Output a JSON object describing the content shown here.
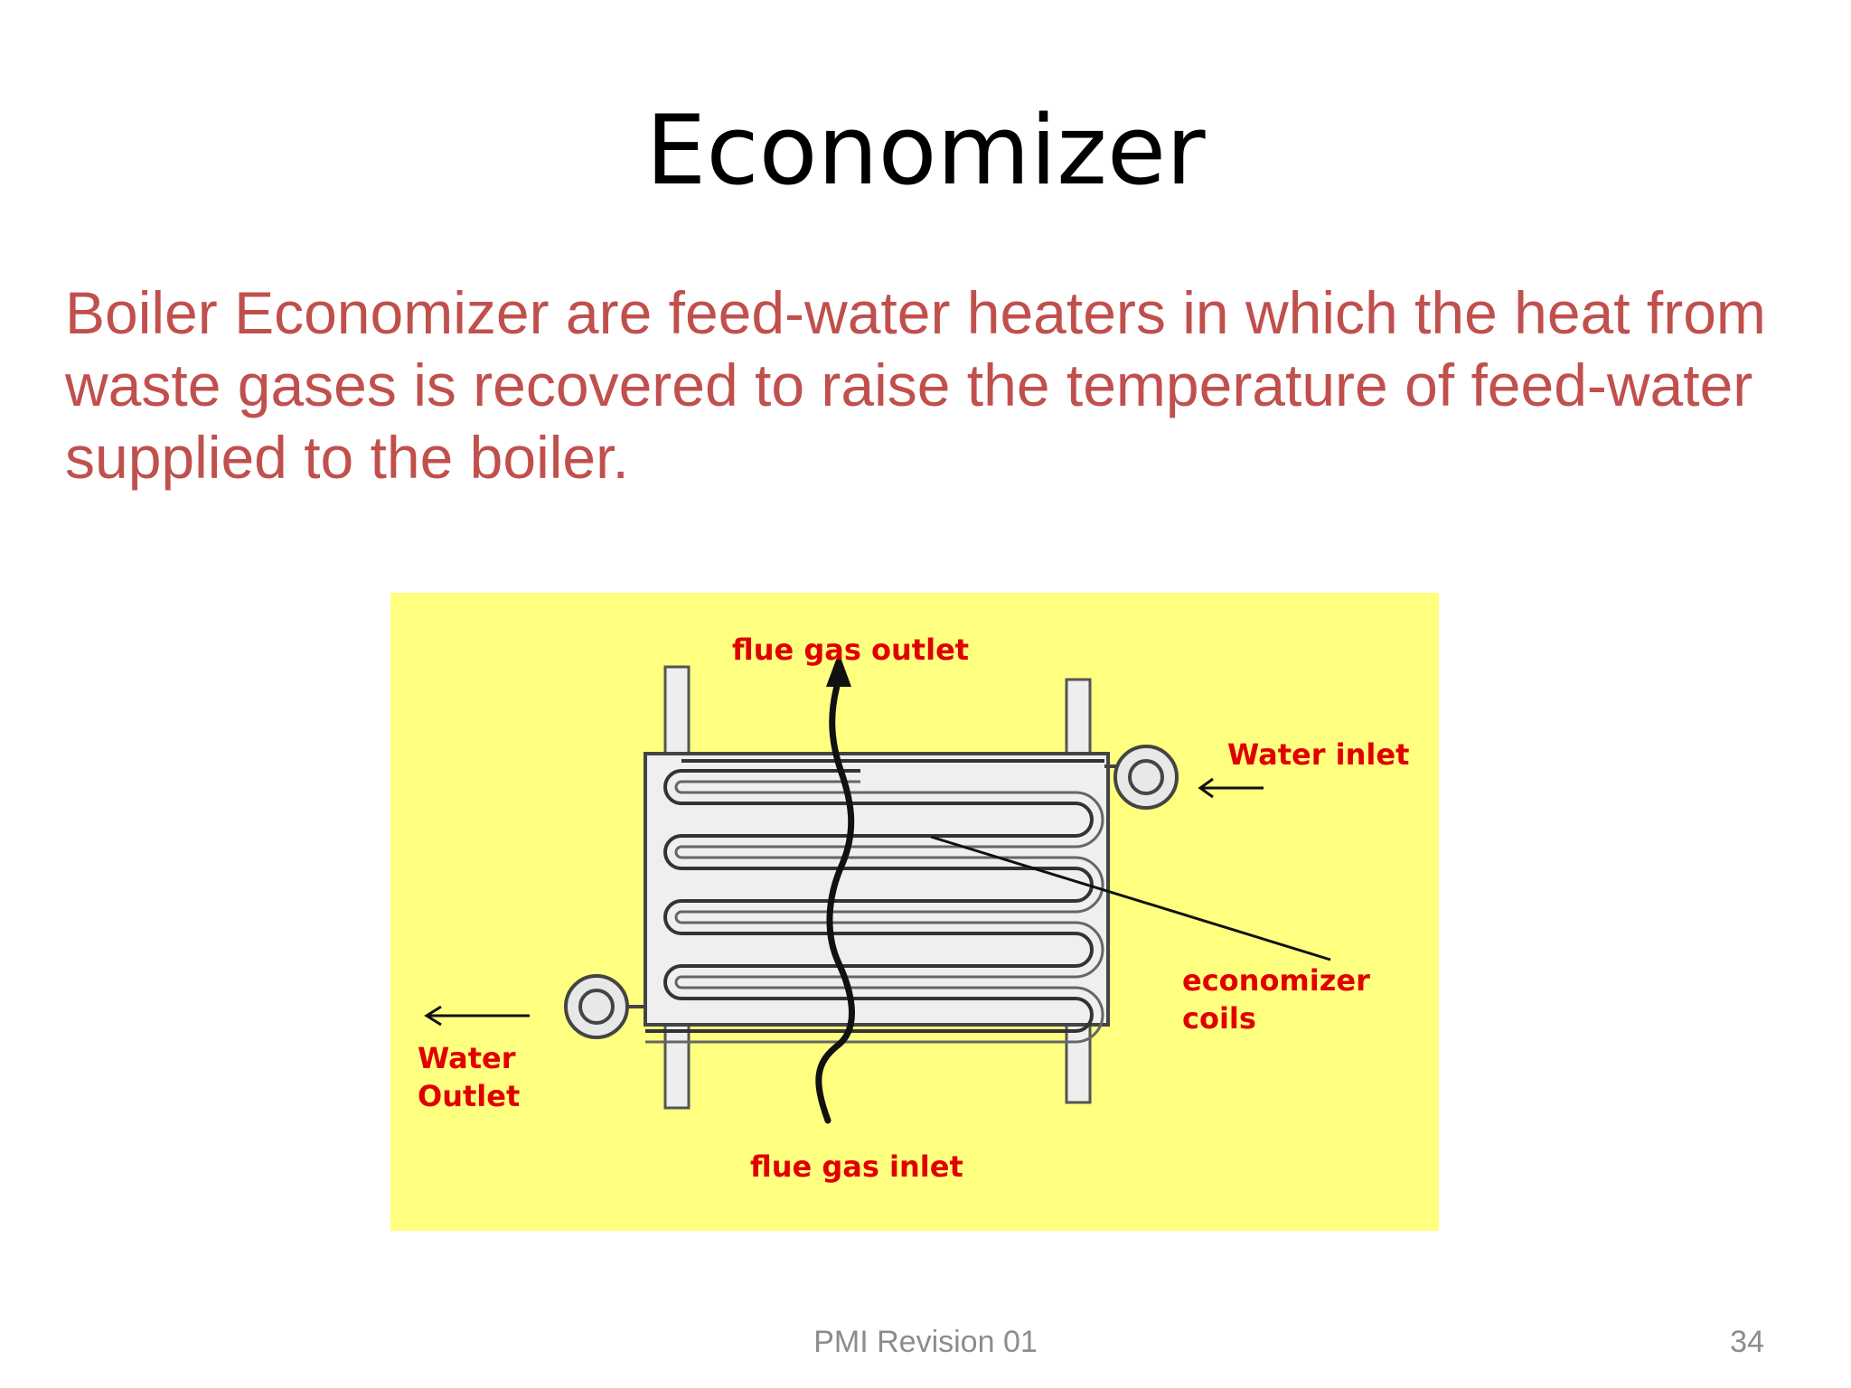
{
  "slide": {
    "title": "Economizer",
    "body": "Boiler Economizer are feed-water heaters in which the heat from waste gases is recovered to raise the temperature of feed-water supplied to the boiler.",
    "footer": "PMI Revision 01",
    "page_number": "34"
  },
  "diagram": {
    "labels": {
      "flue_gas_outlet": "flue gas outlet",
      "flue_gas_inlet": "flue gas inlet",
      "water_inlet": "Water inlet",
      "water_outlet_line1": "Water",
      "water_outlet_line2": "Outlet",
      "coils_line1": "economizer",
      "coils_line2": "coils"
    },
    "colors": {
      "background": "#ffff80",
      "label": "#e00000",
      "body_text": "#c0504d"
    }
  }
}
